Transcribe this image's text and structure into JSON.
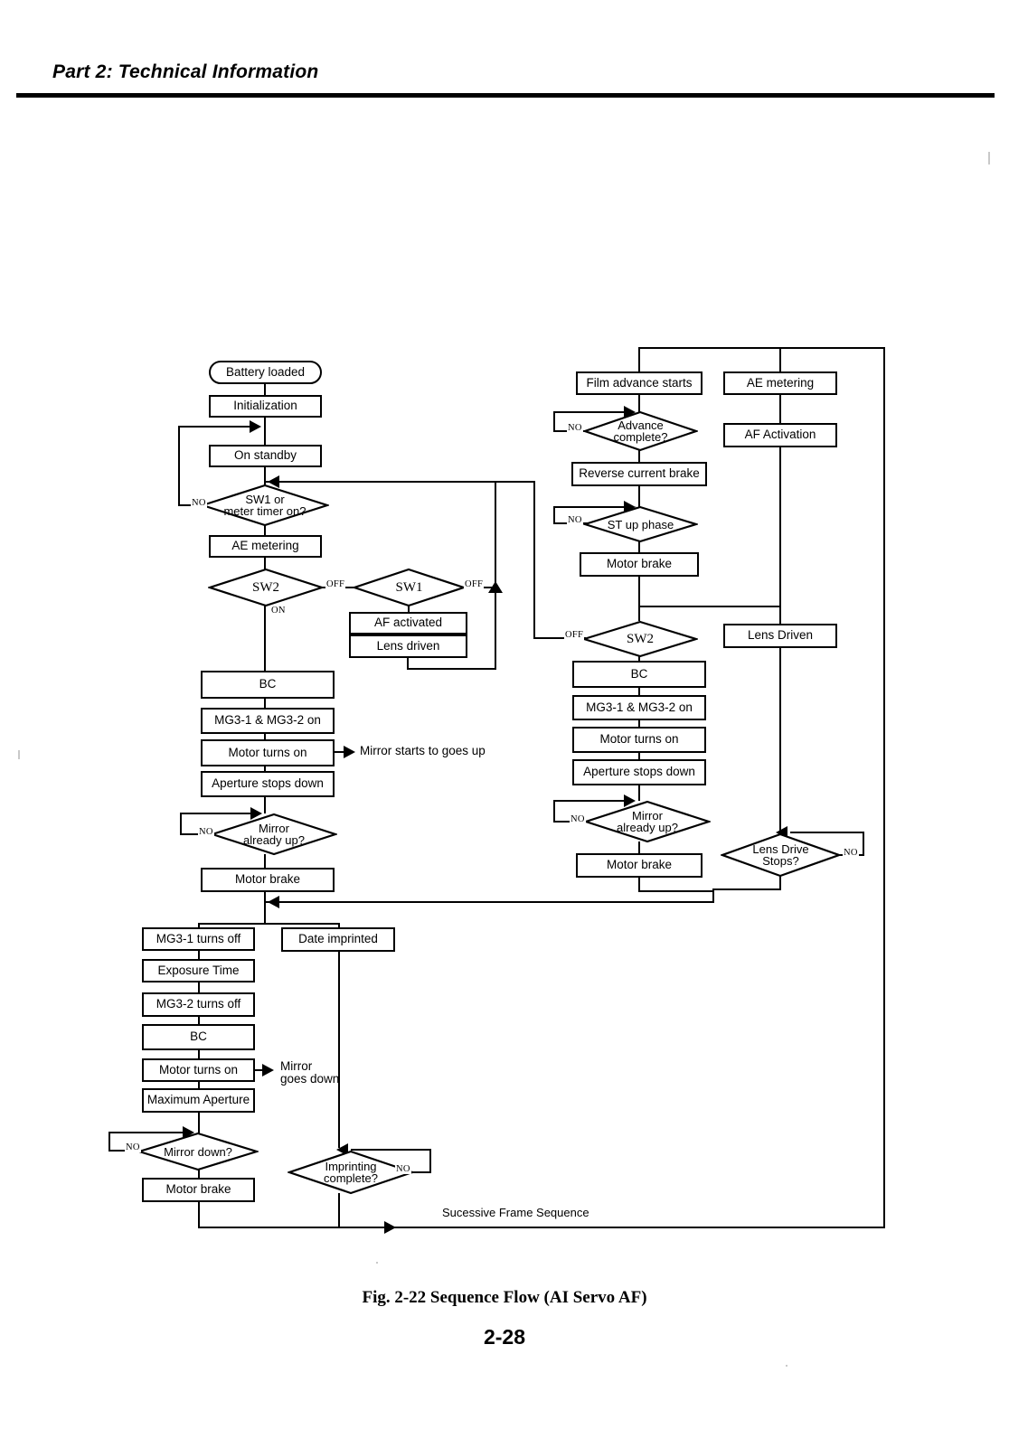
{
  "header": {
    "part_title": "Part 2: Technical Information"
  },
  "figure": {
    "caption": "Fig. 2-22 Sequence Flow (AI Servo AF)",
    "page_number": "2-28"
  },
  "chart_data": {
    "type": "diagram",
    "title": "Fig. 2-22 Sequence Flow (AI Servo AF)",
    "diagram_kind": "flowchart",
    "columns": [
      "left-main-sequence",
      "right-successive-frame-sequence",
      "bottom-exposure-end"
    ],
    "nodes": {
      "battery_loaded": "Battery loaded",
      "initialization": "Initialization",
      "on_standby": "On standby",
      "sw1_or_meter_timer": "SW1  or\nmeter timer on?",
      "ae_metering_left": "AE metering",
      "sw2_left": "SW2",
      "sw1_left": "SW1",
      "af_activated": "AF activated",
      "lens_driven_left": "Lens driven",
      "bc_left": "BC",
      "mg_on_left": "MG3-1 & MG3-2 on",
      "motor_on_left": "Motor turns on",
      "aperture_stops_down_left": "Aperture stops down",
      "mirror_already_up_left": "Mirror\nalready up?",
      "motor_brake_left": "Motor brake",
      "film_advance_starts": "Film advance starts",
      "advance_complete": "Advance\ncomplete?",
      "reverse_current_brake": "Reverse current brake",
      "st_up_phase": "ST up phase",
      "motor_brake_right_top": "Motor brake",
      "ae_metering_right": "AE metering",
      "af_activation": "AF Activation",
      "sw2_right": "SW2",
      "lens_driven_right": "Lens Driven",
      "bc_right": "BC",
      "mg_on_right": "MG3-1 & MG3-2 on",
      "motor_on_right": "Motor turns on",
      "aperture_stops_down_right": "Aperture stops down",
      "mirror_already_up_right": "Mirror\nalready up?",
      "motor_brake_right": "Motor brake",
      "lens_drive_stops": "Lens Drive\nStops?",
      "mg31_turns_off": "MG3-1 turns off",
      "exposure_time": "Exposure Time",
      "mg32_turns_off": "MG3-2 turns off",
      "bc_bottom": "BC",
      "motor_on_bottom": "Motor turns on",
      "maximum_aperture": "Maximum Aperture",
      "mirror_down": "Mirror down?",
      "motor_brake_bottom": "Motor brake",
      "date_imprinted": "Date imprinted",
      "imprinting_complete": "Imprinting\ncomplete?"
    },
    "node_lines": {
      "sw1_or_meter_timer_l1": "SW1  or",
      "sw1_or_meter_timer_l2": "meter timer on?",
      "mirror_already_up_l1": "Mirror",
      "mirror_already_up_l2": "already up?",
      "advance_complete_l1": "Advance",
      "advance_complete_l2": "complete?",
      "lens_drive_stops_l1": "Lens Drive",
      "lens_drive_stops_l2": "Stops?",
      "imprinting_complete_l1": "Imprinting",
      "imprinting_complete_l2": "complete?"
    },
    "edge_labels": {
      "no_standby": "NO",
      "sw2_on": "ON",
      "sw2_off": "OFF",
      "sw1_off": "OFF",
      "no_advance": "NO",
      "no_st_up": "NO",
      "sw2_right_off": "OFF",
      "no_mirror_left": "NO",
      "no_mirror_right": "NO",
      "no_lens_drive": "NO",
      "no_mirror_down": "NO",
      "no_imprinting": "NO"
    },
    "annotations": {
      "mirror_starts_up": "Mirror starts to goes up",
      "mirror_goes_down_l1": "Mirror",
      "mirror_goes_down_l2": "goes down",
      "successive_frame_sequence": "Sucessive Frame Sequence"
    },
    "colors": {
      "ink": "#000000",
      "paper": "#ffffff"
    }
  }
}
